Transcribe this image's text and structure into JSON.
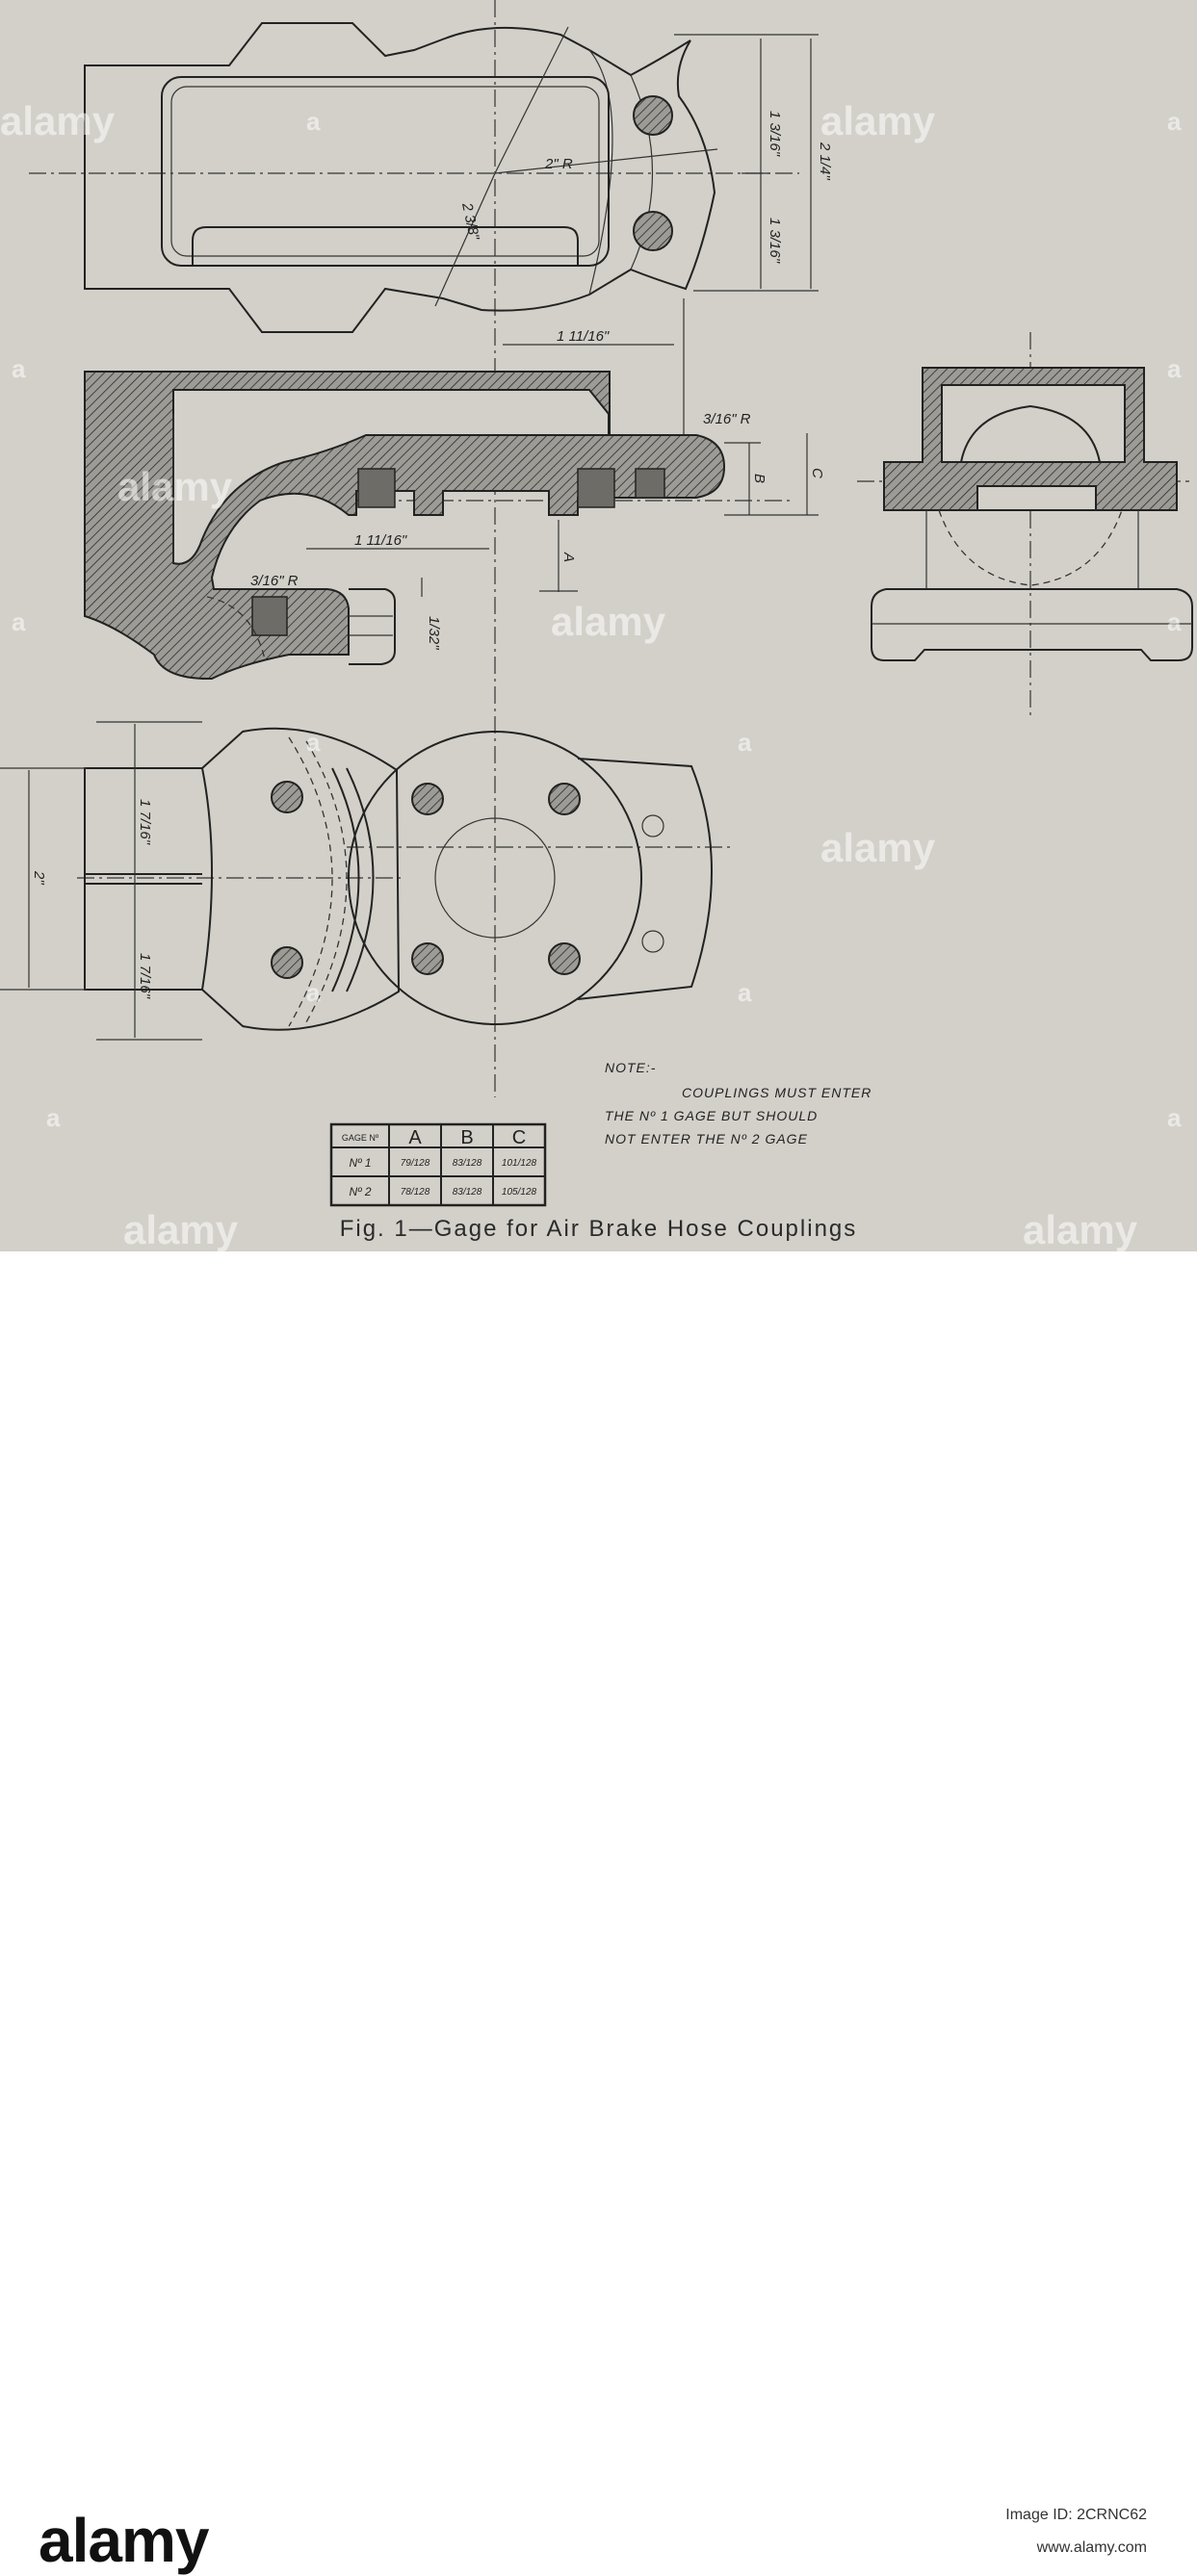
{
  "figure": {
    "caption": "Fig. 1—Gage for Air Brake Hose Couplings"
  },
  "dimensions": {
    "top_half_width": "1 3/16\"",
    "bottom_half_width": "1 3/16\"",
    "overall_width": "2 1/4\"",
    "radius_2": "2\" R",
    "diameter": "2 3/8\"",
    "offset_mid": "1 11/16\"",
    "offset_low": "1 11/16\"",
    "small_radius_upper": "3/16\" R",
    "small_radius_lower": "3/16\" R",
    "gap": "1/32\"",
    "ref_a": "A",
    "ref_b": "B",
    "ref_c": "C",
    "plan_top": "1 7/16\"",
    "plan_bottom": "1 7/16\"",
    "plan_overall": "2\""
  },
  "note": {
    "title": "NOTE:-",
    "line1": "COUPLINGS MUST ENTER",
    "line2": "THE Nº 1 GAGE BUT SHOULD",
    "line3": "NOT ENTER THE Nº 2 GAGE"
  },
  "gage_table": {
    "headers": [
      "GAGE Nº",
      "A",
      "B",
      "C"
    ],
    "rows": [
      [
        "Nº 1",
        "79/128",
        "83/128",
        "101/128"
      ],
      [
        "Nº 2",
        "78/128",
        "83/128",
        "105/128"
      ]
    ]
  },
  "watermark": {
    "brand": "alamy",
    "letter": "a"
  },
  "footer": {
    "logo": "alamy",
    "image_id": "Image ID: 2CRNC62",
    "url": "www.alamy.com"
  }
}
